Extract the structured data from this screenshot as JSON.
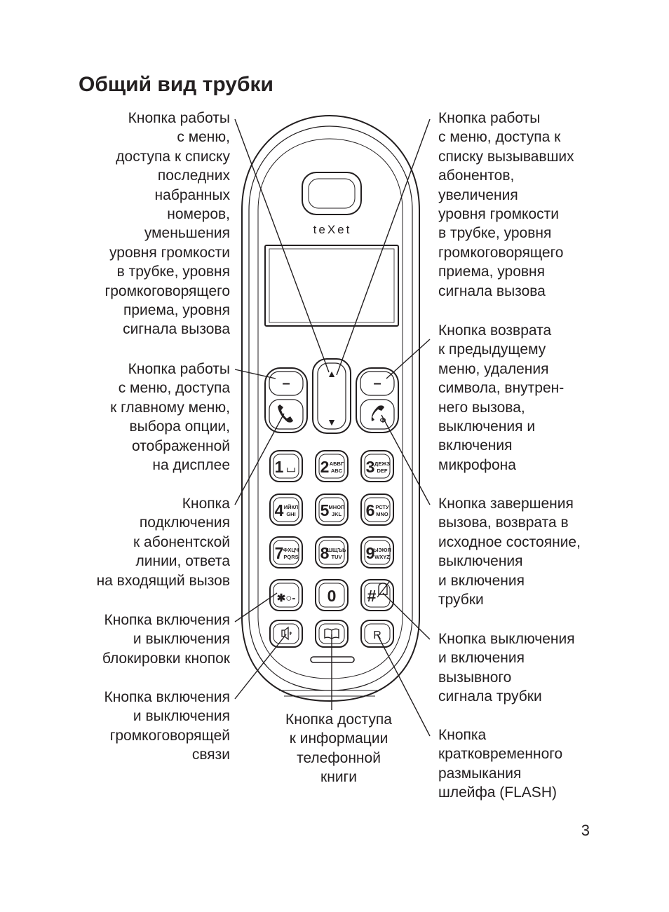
{
  "title": "Общий вид трубки",
  "brand": "teXet",
  "page_number": "3",
  "labels": {
    "menu_left_top": "Кнопка работы\nс меню,\nдоступа к списку\nпоследних\nнабранных\nномеров,\nуменьшения\nуровня громкости\nв трубке, уровня\nгромкоговорящего\nприема, уровня\nсигнала вызова",
    "menu_left_soft": "Кнопка работы\nс меню, доступа\nк главному меню,\nвыбора опции,\nотображенной\nна дисплее",
    "call_button": "Кнопка\nподключения\nк абонентской\nлинии, ответа\nна входящий вызов",
    "keylock_button": "Кнопка включения\nи выключения\nблокировки кнопок",
    "speaker_button": "Кнопка включения\nи выключения\nгромкоговорящей\nсвязи",
    "phonebook_button": "Кнопка доступа\nк информации\nтелефонной\nкниги",
    "menu_right_top": "Кнопка работы\nс меню, доступа к\nсписку вызывавших\nабонентов,\nувеличения\nуровня громкости\nв трубке, уровня\nгромкоговорящего\nприема, уровня\nсигнала вызова",
    "back_button": "Кнопка возврата\nк предыдущему\nменю, удаления\nсимвола, внутрен-\nнего вызова,\nвыключения и\nвключения\nмикрофона",
    "end_button": "Кнопка завершения\nвызова, возврата в\nисходное состояние,\nвыключения\nи включения\nтрубки",
    "ringer_button": "Кнопка выключения\nи включения\nвызывного\nсигнала трубки",
    "flash_button": "Кнопка\nкратковременного\nразмыкания\nшлейфа (FLASH)"
  },
  "keypad": [
    {
      "digit": "1",
      "top": "",
      "bottom": "⌴"
    },
    {
      "digit": "2",
      "top": "АБВГ",
      "bottom": "ABC"
    },
    {
      "digit": "3",
      "top": "ДЕЖЗ",
      "bottom": "DEF"
    },
    {
      "digit": "4",
      "top": "ИЙКЛ",
      "bottom": "GHI"
    },
    {
      "digit": "5",
      "top": "МНОП",
      "bottom": "JKL"
    },
    {
      "digit": "6",
      "top": "РСТУ",
      "bottom": "MNO"
    },
    {
      "digit": "7",
      "top": "ФХЦЧ",
      "bottom": "PQRS"
    },
    {
      "digit": "8",
      "top": "ШЩЪЬ",
      "bottom": "TUV"
    },
    {
      "digit": "9",
      "top": "ЫЭЮЯ",
      "bottom": "WXYZ"
    },
    {
      "digit": "✱○-",
      "top": "",
      "bottom": ""
    },
    {
      "digit": "0",
      "top": "",
      "bottom": ""
    },
    {
      "digit": "#",
      "top": "",
      "bottom": ""
    }
  ],
  "bottom_keys": {
    "speaker_icon": "speaker-icon",
    "book_icon": "book-icon",
    "r_label": "R"
  },
  "nav_up": "▲",
  "nav_down": "▼",
  "soft_key_symbol": "–",
  "end_key_symbol": "Ф"
}
